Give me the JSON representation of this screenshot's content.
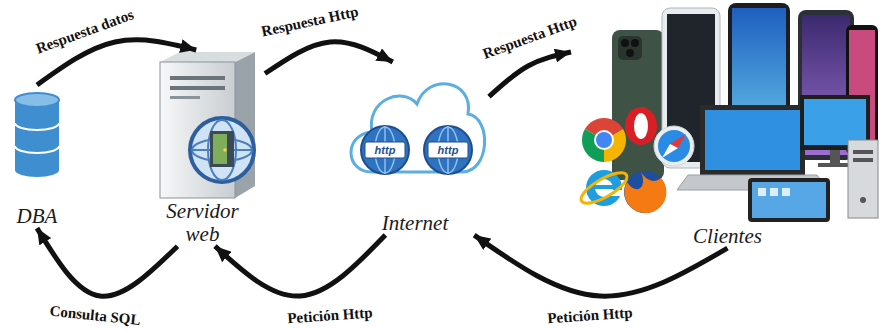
{
  "diagram": {
    "nodes": [
      {
        "text": [
          "DBA"
        ]
      },
      {
        "text": [
          "Servidor web"
        ]
      },
      {
        "text": [
          "Internet"
        ]
      },
      {
        "text": [
          "Clientes"
        ]
      }
    ],
    "edges": [
      {
        "from": 0,
        "to": 1,
        "label": "Respuesta datos",
        "arrow": "to"
      },
      {
        "from": 1,
        "to": 2,
        "label": "Respuesta Http",
        "arrow": "to"
      },
      {
        "from": 2,
        "to": 3,
        "label": "Respuesta Http",
        "arrow": "to"
      },
      {
        "from": 3,
        "to": 2,
        "label": "Petición Http",
        "arrow": "to"
      },
      {
        "from": 2,
        "to": 1,
        "label": "Petición Http",
        "arrow": "to"
      },
      {
        "from": 1,
        "to": 0,
        "label": "Consulta SQL",
        "arrow": "to"
      }
    ],
    "labels": [
      "http",
      "http"
    ]
  }
}
